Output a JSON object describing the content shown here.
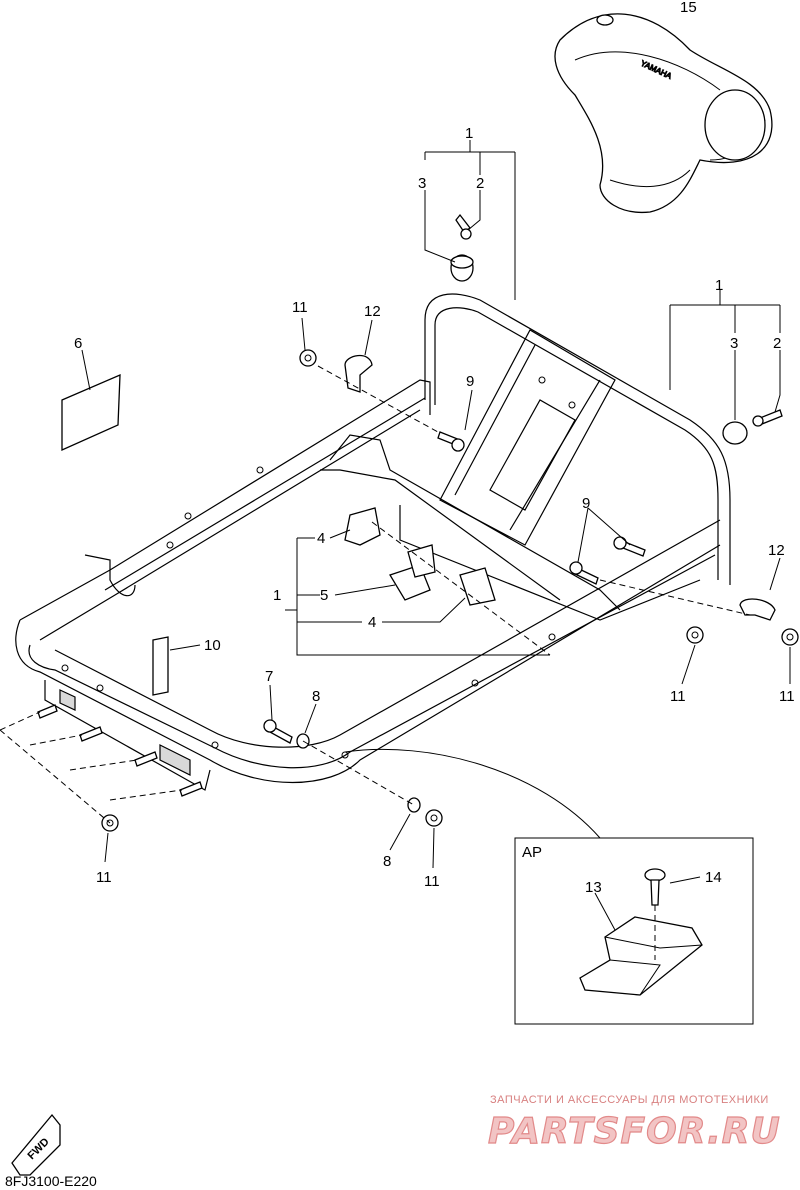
{
  "callouts": {
    "c15": "15",
    "c1_top": "1",
    "c3_top": "3",
    "c2_top": "2",
    "c1_right": "1",
    "c3_right": "3",
    "c2_right": "2",
    "c11_a": "11",
    "c12_a": "12",
    "c6": "6",
    "c9_a": "9",
    "c9_b": "9",
    "c12_b": "12",
    "c4_a": "4",
    "c1_mid": "1",
    "c5": "5",
    "c4_b": "4",
    "c10": "10",
    "c7": "7",
    "c8_a": "8",
    "c11_b": "11",
    "c11_c": "11",
    "c8_b": "8",
    "c11_d": "11",
    "c11_e": "11",
    "c13": "13",
    "c14": "14"
  },
  "inset_label": "AP",
  "fwd_label": "FWD",
  "diagram_code": "8FJ3100-E220",
  "watermark": {
    "tagline": "ЗАПЧАСТИ И АКСЕССУАРЫ ДЛЯ МОТОТЕХНИКИ",
    "brand": "PARTSFOR.RU"
  }
}
